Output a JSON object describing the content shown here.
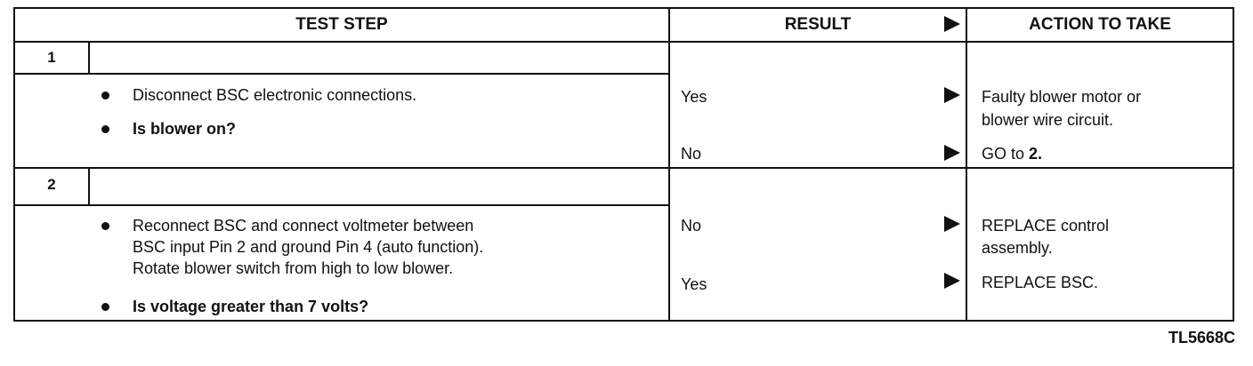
{
  "header": {
    "test_step": "TEST STEP",
    "result": "RESULT",
    "action": "ACTION TO TAKE"
  },
  "steps": [
    {
      "number": "1",
      "instructions": [
        "Disconnect BSC electronic connections."
      ],
      "question": "Is blower on?",
      "results": [
        {
          "result": "Yes",
          "action_lines": [
            "Faulty blower motor or",
            "blower wire circuit."
          ]
        },
        {
          "result": "No",
          "action_prefix": "GO to ",
          "action_bold": "2."
        }
      ]
    },
    {
      "number": "2",
      "instructions": [
        "Reconnect BSC and connect voltmeter between",
        "BSC input Pin 2 and ground Pin 4 (auto function).",
        "Rotate blower switch from high to low blower."
      ],
      "question": "Is voltage greater than 7 volts?",
      "results": [
        {
          "result": "No",
          "action_lines": [
            "REPLACE control",
            "assembly."
          ]
        },
        {
          "result": "Yes",
          "action_lines": [
            "REPLACE BSC."
          ]
        }
      ]
    }
  ],
  "figure_id": "TL5668C"
}
